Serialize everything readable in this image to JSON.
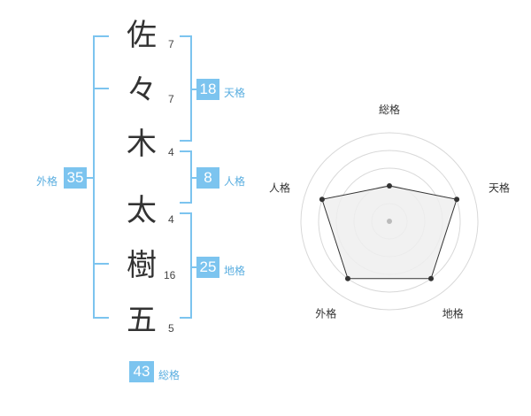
{
  "name": {
    "chars": [
      {
        "char": "佐",
        "strokes": "7"
      },
      {
        "char": "々",
        "strokes": "7"
      },
      {
        "char": "木",
        "strokes": "4"
      },
      {
        "char": "太",
        "strokes": "4"
      },
      {
        "char": "樹",
        "strokes": "16"
      },
      {
        "char": "五",
        "strokes": "5"
      }
    ]
  },
  "fortune": {
    "tenkaku": {
      "value": "18",
      "label": "天格"
    },
    "jinkaku": {
      "value": "8",
      "label": "人格"
    },
    "chikaku": {
      "value": "25",
      "label": "地格"
    },
    "gaikaku": {
      "value": "35",
      "label": "外格"
    },
    "soukaku": {
      "value": "43",
      "label": "総格"
    }
  },
  "chart_data": {
    "type": "radar",
    "axes": [
      "総格",
      "天格",
      "地格",
      "外格",
      "人格"
    ],
    "values": [
      2,
      4,
      4,
      4,
      4
    ],
    "max": 5,
    "colors": {
      "fill": "#eeeeee",
      "line": "#333333",
      "grid": "#d8d8d8",
      "center": "#bbbbbb"
    }
  },
  "colors": {
    "accent": "#7cc4ef"
  }
}
